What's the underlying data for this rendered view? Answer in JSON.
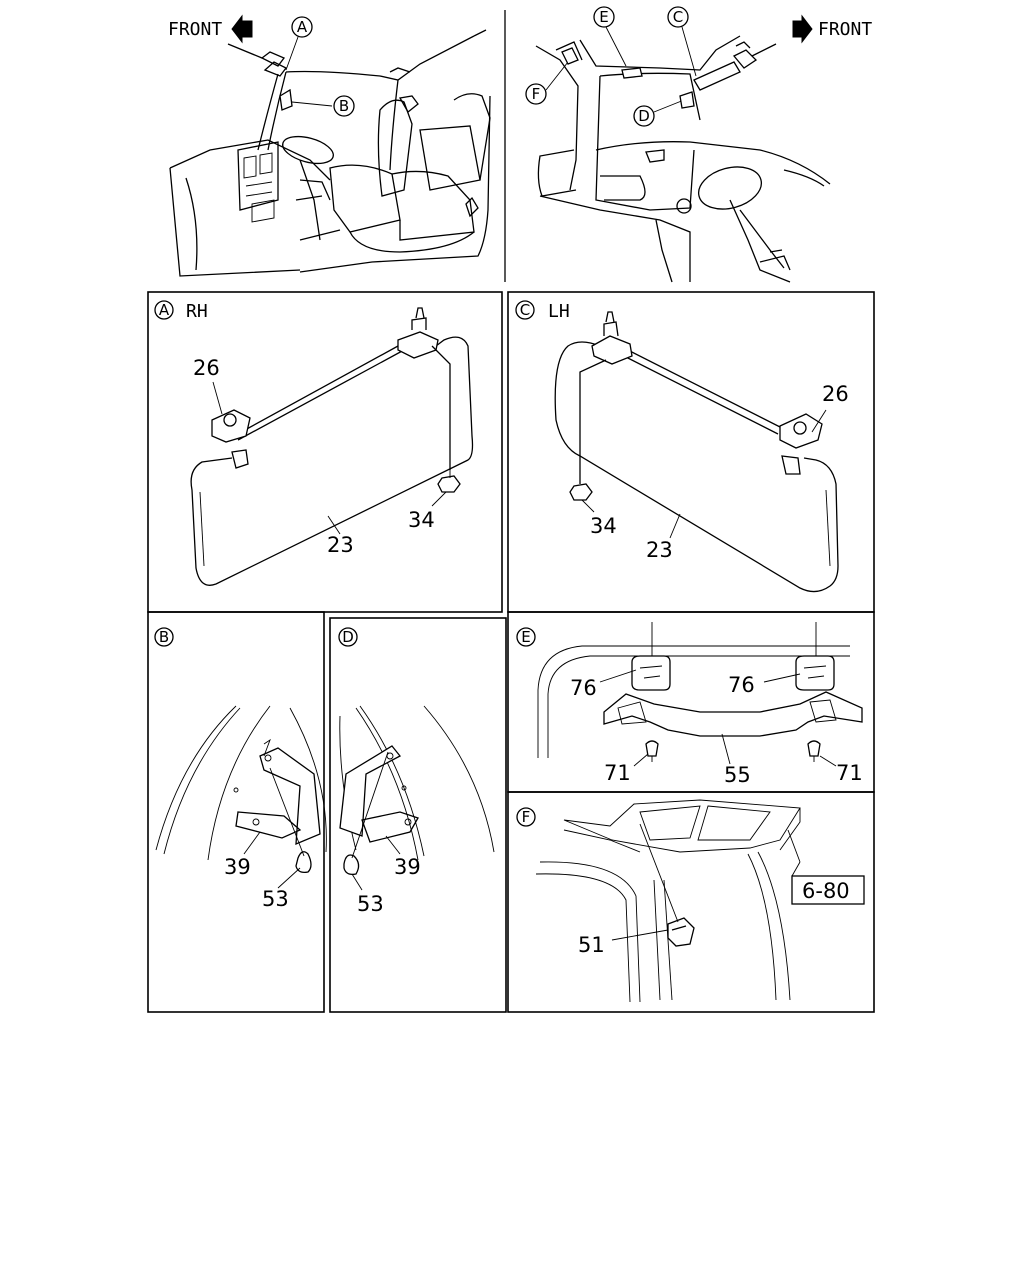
{
  "overview": {
    "left_front_label": "FRONT",
    "right_front_label": "FRONT",
    "callouts_left": [
      "A",
      "B"
    ],
    "callouts_right": [
      "E",
      "C",
      "F",
      "D"
    ]
  },
  "panels": {
    "A": {
      "letter": "A",
      "title": "RH",
      "parts": [
        "26",
        "34",
        "23"
      ]
    },
    "C": {
      "letter": "C",
      "title": "LH",
      "parts": [
        "26",
        "34",
        "23"
      ]
    },
    "B": {
      "letter": "B",
      "parts": [
        "39",
        "53"
      ]
    },
    "D": {
      "letter": "D",
      "parts": [
        "53",
        "39"
      ]
    },
    "E": {
      "letter": "E",
      "parts": [
        "76",
        "76",
        "71",
        "55",
        "71"
      ]
    },
    "F": {
      "letter": "F",
      "parts": [
        "51"
      ],
      "reference": "6-80"
    }
  },
  "icons": [
    "front-arrow-left-icon",
    "front-arrow-right-icon"
  ]
}
